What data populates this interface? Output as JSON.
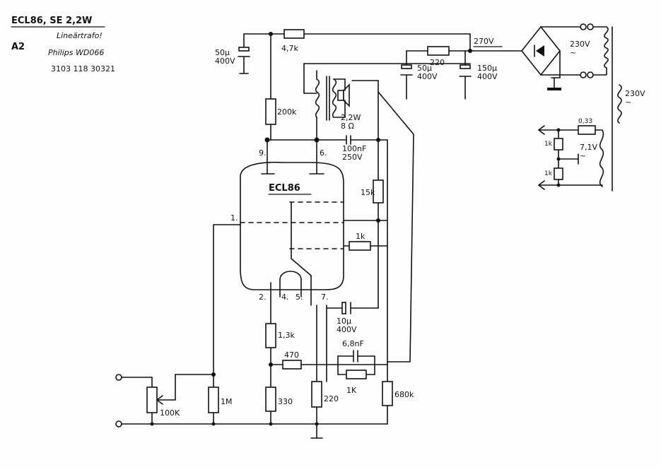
{
  "header": {
    "title": "ECL86, SE 2,2W",
    "subtitle": "Lineärtrafo!",
    "ref": "A2",
    "source": "Philips WD066",
    "part_number": "3103 118 30321"
  },
  "tube": {
    "type": "ECL86"
  },
  "pins": {
    "p1": "1.",
    "p2": "2.",
    "p4": "4.",
    "p5": "5.",
    "p6": "6.",
    "p7": "7.",
    "p9": "9."
  },
  "components": {
    "r_4k7": "4,7k",
    "r_220_supply": "220",
    "c_50u_left": "50µ\n400V",
    "c_50u_mid": "50µ\n400V",
    "c_150u": "150µ\n400V",
    "r_200k": "200k",
    "speaker": "2,2W\n8 Ω",
    "c_100nF": "100nF\n250V",
    "r_15k": "15k",
    "r_1k_grid": "1k",
    "c_10u": "10µ\n400V",
    "r_1k3": "1,3k",
    "r_470": "470",
    "c_6n8": "6,8nF",
    "r_1k_fb": "1K",
    "pot_100k": "100K",
    "r_1M": "1M",
    "r_330": "330",
    "r_220_cath": "220",
    "r_680k": "680k"
  },
  "power": {
    "b_plus": "270V",
    "mains_sec": "230V\n~",
    "mains_pri": "230V\n~",
    "r_033": "0,33",
    "heater": "7,1V\n~",
    "r_1k_a": "1k",
    "r_1k_b": "1k"
  }
}
